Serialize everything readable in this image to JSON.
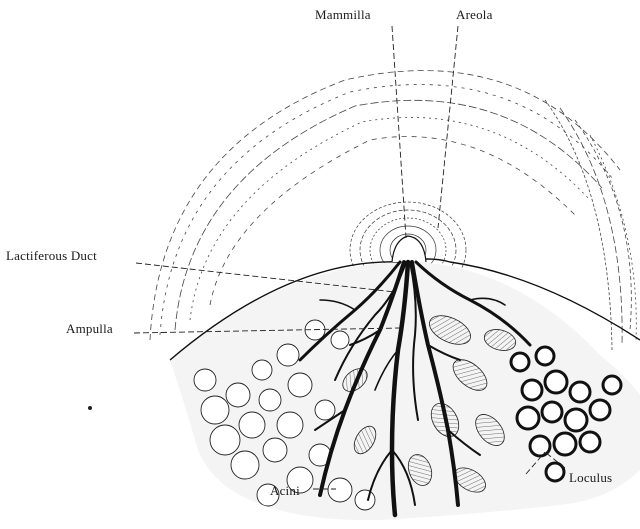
{
  "figure": {
    "labels": {
      "mammilla": "Mammilla",
      "areola": "Areola",
      "lactiferous_duct": "Lactiferous Duct",
      "ampulla": "Ampulla",
      "loculus": "Loculus",
      "acini": "Acini"
    }
  },
  "colors": {
    "ink": "#1a1a1a",
    "background": "#ffffff"
  }
}
